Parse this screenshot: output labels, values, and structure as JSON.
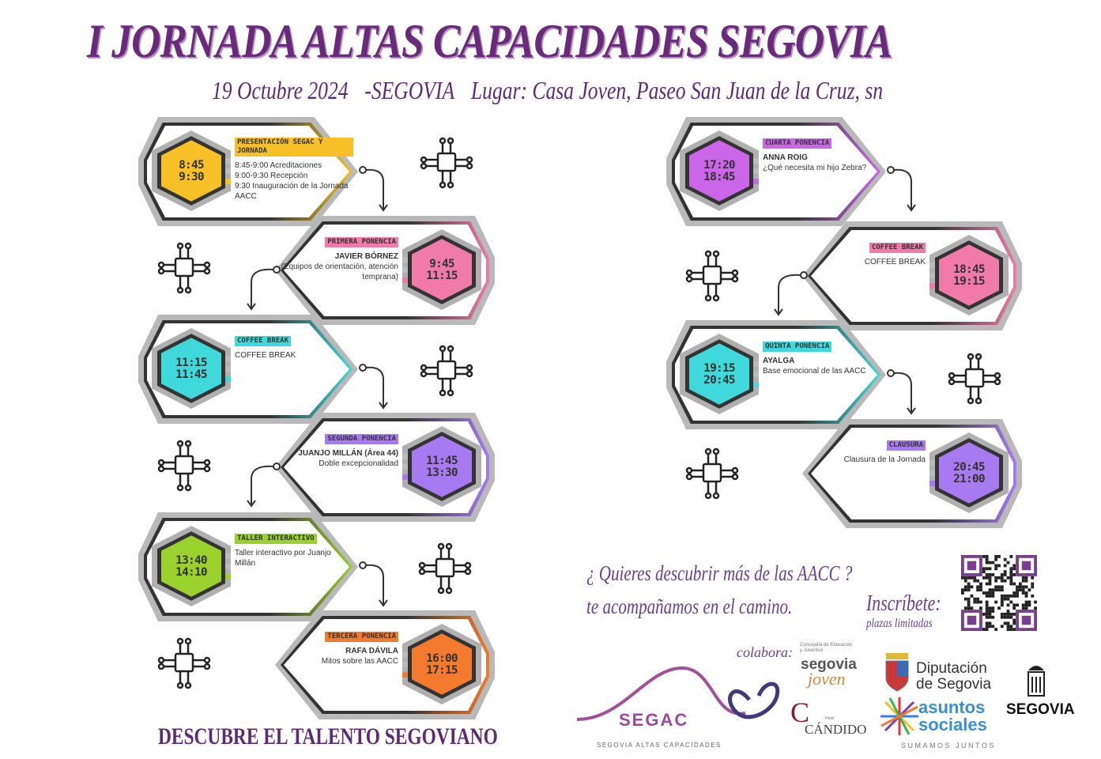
{
  "header": {
    "title": "I JORNADA ALTAS CAPACIDADES SEGOVIA",
    "date": "19 Octubre 2024",
    "city": "-SEGOVIA",
    "venue": "Lugar: Casa Joven,  Paseo San Juan de la Cruz, sn"
  },
  "sessions": [
    {
      "side": "L",
      "col": 0,
      "tag": "Presentación SEGAC y Jornada",
      "start": "8:45",
      "end": "9:30",
      "color": "#f6c026",
      "name": "",
      "lines": [
        "8:45-9:00 Acreditaciones",
        "9:00-9:30 Recepción",
        "9:30 Inauguración de la Jornada AACC"
      ]
    },
    {
      "side": "R",
      "col": 0,
      "tag": "Primera Ponencia",
      "start": "9:45",
      "end": "11:15",
      "color": "#f07aa8",
      "name": "JAVIER BÓRNEZ",
      "lines": [
        "(Equipos de orientación, atención temprana)"
      ]
    },
    {
      "side": "L",
      "col": 0,
      "tag": "Coffee Break",
      "start": "11:15",
      "end": "11:45",
      "color": "#3fd9dc",
      "name": "",
      "lines": [
        "COFFEE BREAK"
      ]
    },
    {
      "side": "R",
      "col": 0,
      "tag": "Segunda Ponencia",
      "start": "11:45",
      "end": "13:30",
      "color": "#a77af2",
      "name": "JUANJO MILLÁN (Área 44)",
      "lines": [
        "Doble excepcionalidad"
      ]
    },
    {
      "side": "L",
      "col": 0,
      "tag": "Taller interactivo",
      "start": "13:40",
      "end": "14:10",
      "color": "#9ad12c",
      "name": "",
      "lines": [
        "Taller interactivo por Juanjo Millán"
      ]
    },
    {
      "side": "R",
      "col": 0,
      "tag": "Tercera Ponencia",
      "start": "16:00",
      "end": "17:15",
      "color": "#f47a2e",
      "name": "RAFA DÁVILA",
      "lines": [
        "Mitos sobre las AACC"
      ]
    },
    {
      "side": "L",
      "col": 1,
      "tag": "Cuarta Ponencia",
      "start": "17:20",
      "end": "18:45",
      "color": "#cc66e8",
      "name": "ANNA ROIG",
      "lines": [
        "¿Qué necesita mi hijo Zebra?"
      ]
    },
    {
      "side": "R",
      "col": 1,
      "tag": "Coffee Break",
      "start": "18:45",
      "end": "19:15",
      "color": "#f07aa8",
      "name": "",
      "lines": [
        "COFFEE BREAK"
      ]
    },
    {
      "side": "L",
      "col": 1,
      "tag": "Quinta Ponencia",
      "start": "19:15",
      "end": "20:45",
      "color": "#3fd9dc",
      "name": "AYALGA",
      "lines": [
        "Base emocional de las AACC"
      ]
    },
    {
      "side": "R",
      "col": 1,
      "tag": "Clausura",
      "start": "20:45",
      "end": "21:00",
      "color": "#a77af2",
      "name": "",
      "lines": [
        "Clausura de la Jornada"
      ]
    }
  ],
  "footer": {
    "question": "¿ Quieres descubrir más de las AACC ?",
    "accompany": "te acompañamos en el camino.",
    "signup": "Inscríbete:",
    "limited": "plazas limitadas",
    "tagline": "DESCUBRE EL TALENTO SEGOVIANO",
    "collab": "colabora:"
  },
  "logos": {
    "segac": "SEGAC",
    "segac_sub": "SEGOVIA ALTAS CAPACIDADES",
    "concejalia": "Concejalía de Educación y Juventud",
    "segovia": "segovia",
    "joven": "joven",
    "hotel": "Hotel",
    "candido": "CÁNDIDO",
    "diputacion1": "Diputación",
    "diputacion2": "de Segovia",
    "asuntos": "asuntos",
    "sociales": "sociales",
    "sumamos": "SUMAMOS JUNTOS",
    "ayto": "SEGOVIA"
  }
}
